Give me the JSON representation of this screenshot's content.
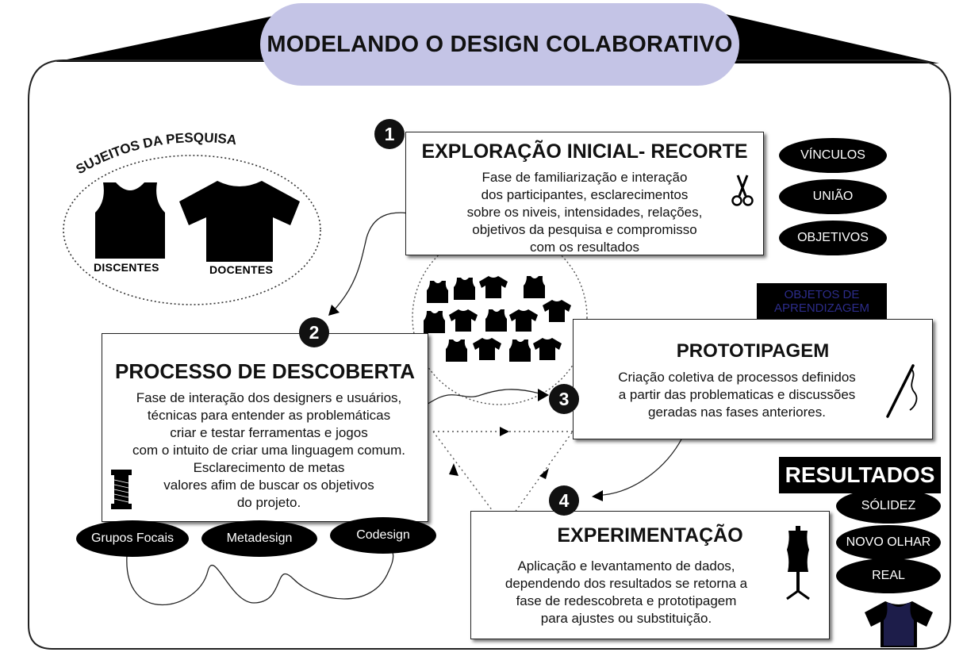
{
  "title": "MODELANDO O DESIGN COLABORATIVO",
  "sujeitos": {
    "heading": "SUJEITOS DA PESQUISA",
    "discentes": "DISCENTES",
    "docentes": "DOCENTES"
  },
  "steps": [
    {
      "number": "1",
      "title": "EXPLORAÇÃO INICIAL- RECORTE",
      "lines": [
        "Fase de familiarização e interação",
        "dos participantes, esclarecimentos",
        "sobre os niveis, intensidades, relações,",
        "objetivos da pesquisa e compromisso",
        "com os resultados"
      ]
    },
    {
      "number": "2",
      "title": "PROCESSO DE DESCOBERTA",
      "lines": [
        "Fase de interação dos designers e usuários,",
        "técnicas para entender as problemáticas",
        "criar e testar ferramentas e jogos",
        "com o intuito de criar uma linguagem comum.",
        "Esclarecimento de metas",
        "valores afim de buscar os objetivos",
        "do projeto."
      ]
    },
    {
      "number": "3",
      "title": "PROTOTIPAGEM",
      "lines": [
        "Criação coletiva de processos definidos",
        "a partir das problematicas e discussões",
        "geradas nas fases anteriores."
      ]
    },
    {
      "number": "4",
      "title": "EXPERIMENTAÇÃO",
      "lines": [
        "Aplicação e levantamento de dados,",
        "dependendo dos resultados se retorna a",
        "fase de redescobreta e prototipagem",
        "para ajustes ou substituição."
      ]
    }
  ],
  "right_pills": [
    "VÍNCULOS",
    "UNIÃO",
    "OBJETIVOS"
  ],
  "objetos": [
    "OBJETOS DE",
    "APRENDIZAGEM"
  ],
  "methods": [
    "Grupos Focais",
    "Metadesign",
    "Codesign"
  ],
  "resultados": {
    "heading": "RESULTADOS",
    "items": [
      "SÓLIDEZ",
      "NOVO OLHAR",
      "REAL"
    ]
  },
  "icons": [
    "scissors-icon",
    "needle-icon",
    "thread-spool-icon",
    "mannequin-icon",
    "tank-top-icon",
    "t-shirt-icon"
  ]
}
